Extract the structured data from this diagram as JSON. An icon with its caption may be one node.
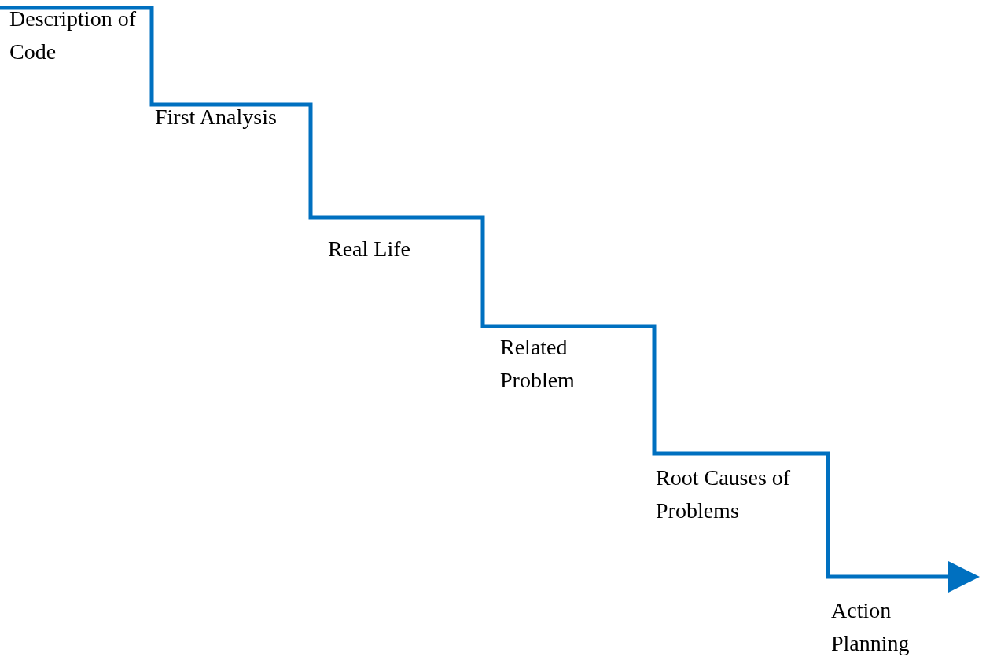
{
  "diagram": {
    "labels": [
      "Description of Code",
      "First Analysis",
      "Real Life",
      "Related Problem",
      "Root Causes of Problems",
      "Action Planning"
    ]
  }
}
